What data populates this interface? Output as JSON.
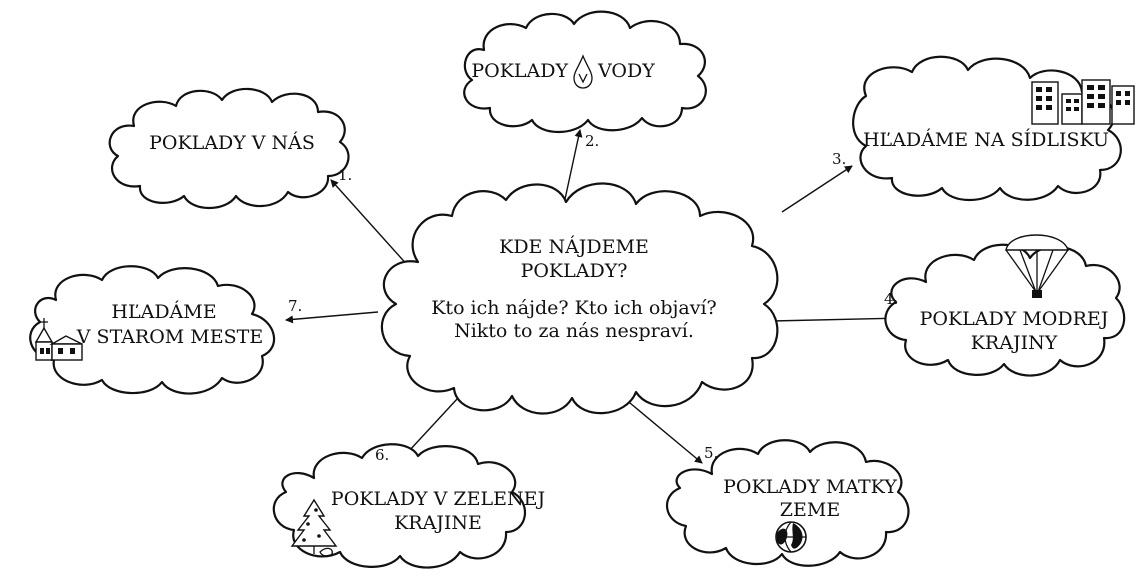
{
  "center": {
    "title_line1": "KDE NÁJDEME",
    "title_line2": "POKLADY?",
    "text_line1": "Kto ich nájde?  Kto ich objaví?",
    "text_line2": "Nikto to za nás nespraví."
  },
  "nodes": [
    {
      "number": "1.",
      "line1": "POKLADY V NÁS",
      "line2": "",
      "icon": "none"
    },
    {
      "number": "2.",
      "line1": "POKLADY",
      "line2": "VODY",
      "icon": "water-drop-icon"
    },
    {
      "number": "3.",
      "line1": "HĽADÁME NA SÍDLISKU",
      "line2": "",
      "icon": "apartment-blocks-icon"
    },
    {
      "number": "4.",
      "line1": "POKLADY MODREJ",
      "line2": "KRAJINY",
      "icon": "parachute-icon"
    },
    {
      "number": "5.",
      "line1": "POKLADY MATKY",
      "line2": "ZEME",
      "icon": "globe-icon"
    },
    {
      "number": "6.",
      "line1": "POKLADY V ZELENEJ",
      "line2": "KRAJINE",
      "icon": "tree-icon"
    },
    {
      "number": "7.",
      "line1": "HĽADÁME",
      "line2": "V STAROM MESTE",
      "icon": "church-icon"
    }
  ]
}
